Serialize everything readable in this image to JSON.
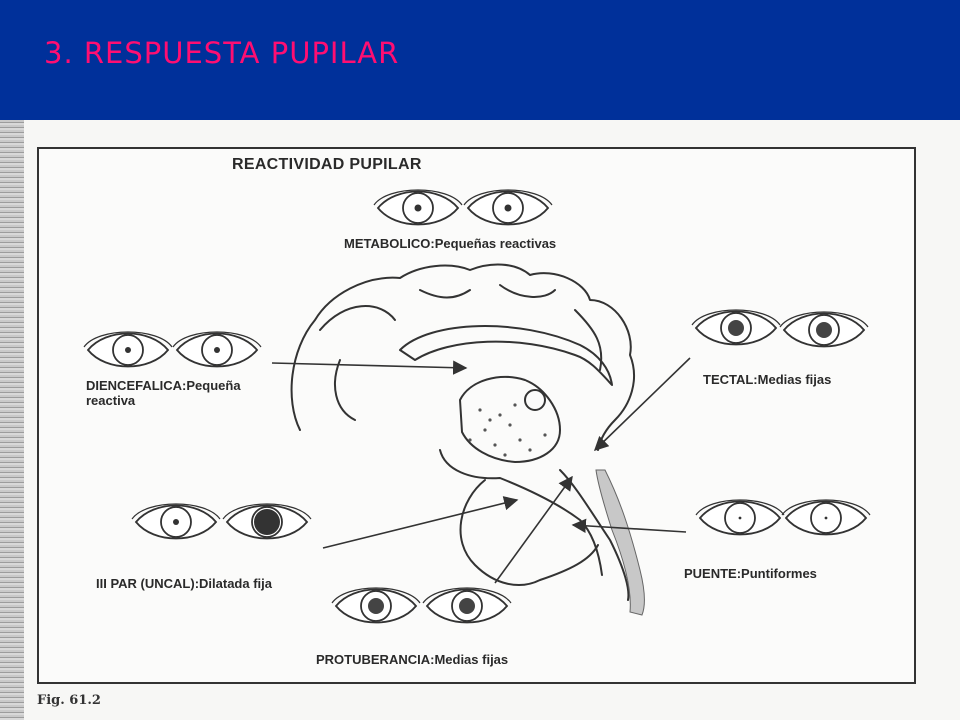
{
  "slide": {
    "title": "3. RESPUESTA PUPILAR",
    "colors": {
      "header_bg": "#00309a",
      "title_text": "#ff0e72"
    }
  },
  "figure": {
    "heading": "REACTIVIDAD PUPILAR",
    "caption": "Fig. 61.2",
    "labels": {
      "metabolico": "METABOLICO:Pequeñas reactivas",
      "diencefalica": "DIENCEFALICA:Pequeña reactiva",
      "tectal": "TECTAL:Medias fijas",
      "uncal": "III PAR (UNCAL):Dilatada fija",
      "puente": "PUENTE:Puntiformes",
      "protuberancia": "PROTUBERANCIA:Medias fijas"
    },
    "pupil_patterns": {
      "metabolico": [
        "small",
        "small"
      ],
      "diencefalica": [
        "small",
        "small"
      ],
      "tectal": [
        "medium",
        "medium"
      ],
      "uncal": [
        "small",
        "dilated"
      ],
      "puente": [
        "pinpoint",
        "pinpoint"
      ],
      "protuberancia": [
        "medium",
        "medium"
      ]
    }
  }
}
